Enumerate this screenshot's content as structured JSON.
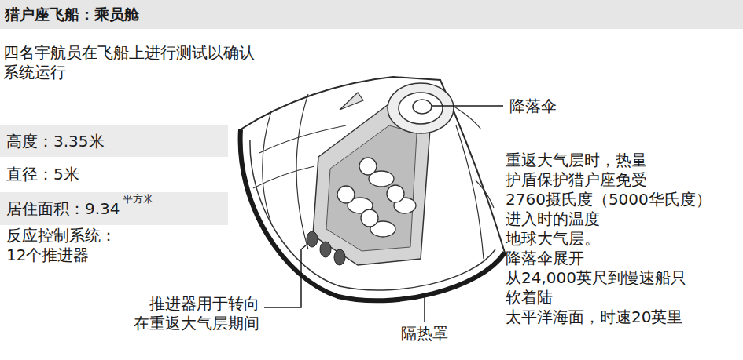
{
  "diagram": {
    "title": "猎户座飞船：乘员舱",
    "nodes": [
      {
        "text": [
          "高度：3.35米"
        ]
      },
      {
        "text": [
          "居住面积：9.34",
          "平方米"
        ]
      }
    ],
    "labels": [
      "四名宇航员在飞船上进行测试以确认 系统运行",
      "直径：5米",
      "反应控制系统： 12个推进器",
      "降落伞",
      "重返大气层时，热量 护盾保护猎户座免受 2760摄氏度（5000华氏度） 进入时的温度 地球大气层。 降落伞展开 从24,000英尺到慢速船只 软着陆 太平洋海面，时速20英里",
      "推进器用于转向 在重返大气层期间",
      "隔热罩"
    ]
  }
}
